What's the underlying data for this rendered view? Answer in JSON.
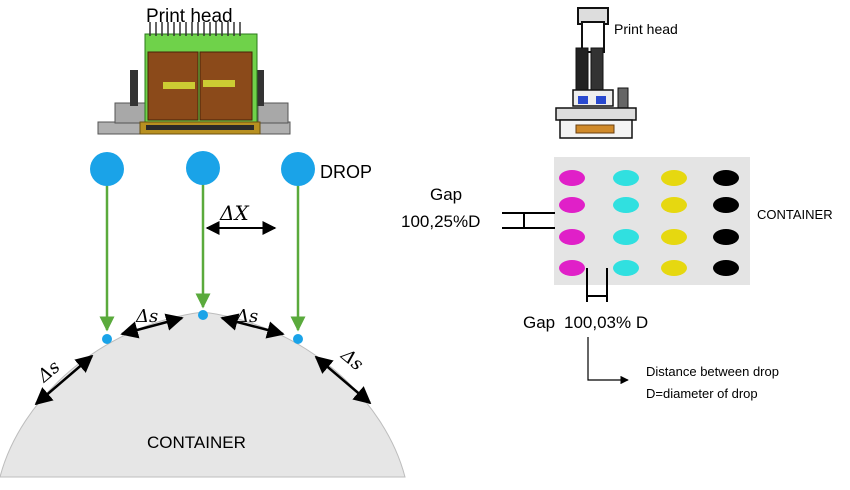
{
  "left": {
    "print_head_label": "Print head",
    "drop_label": "DROP",
    "delta_x": "ΔX",
    "delta_s": "Δs",
    "container_label": "CONTAINER",
    "colors": {
      "drop": "#1aa3e8",
      "trajectory": "#5aaa3c",
      "container": "#e6e6e6",
      "board": "#6fd24a"
    }
  },
  "right": {
    "print_head_label": "Print head",
    "container_label": "CONTAINER",
    "gap_label": "Gap",
    "gap_vertical_value": "100,25%D",
    "gap_horizontal_label": "Gap",
    "gap_horizontal_value": "100,03% D",
    "note_line1": "Distance between drop",
    "note_line2": "D=diameter of drop",
    "dot_colors": [
      "#e020c8",
      "#30e0e0",
      "#e6d810",
      "#000000"
    ]
  }
}
